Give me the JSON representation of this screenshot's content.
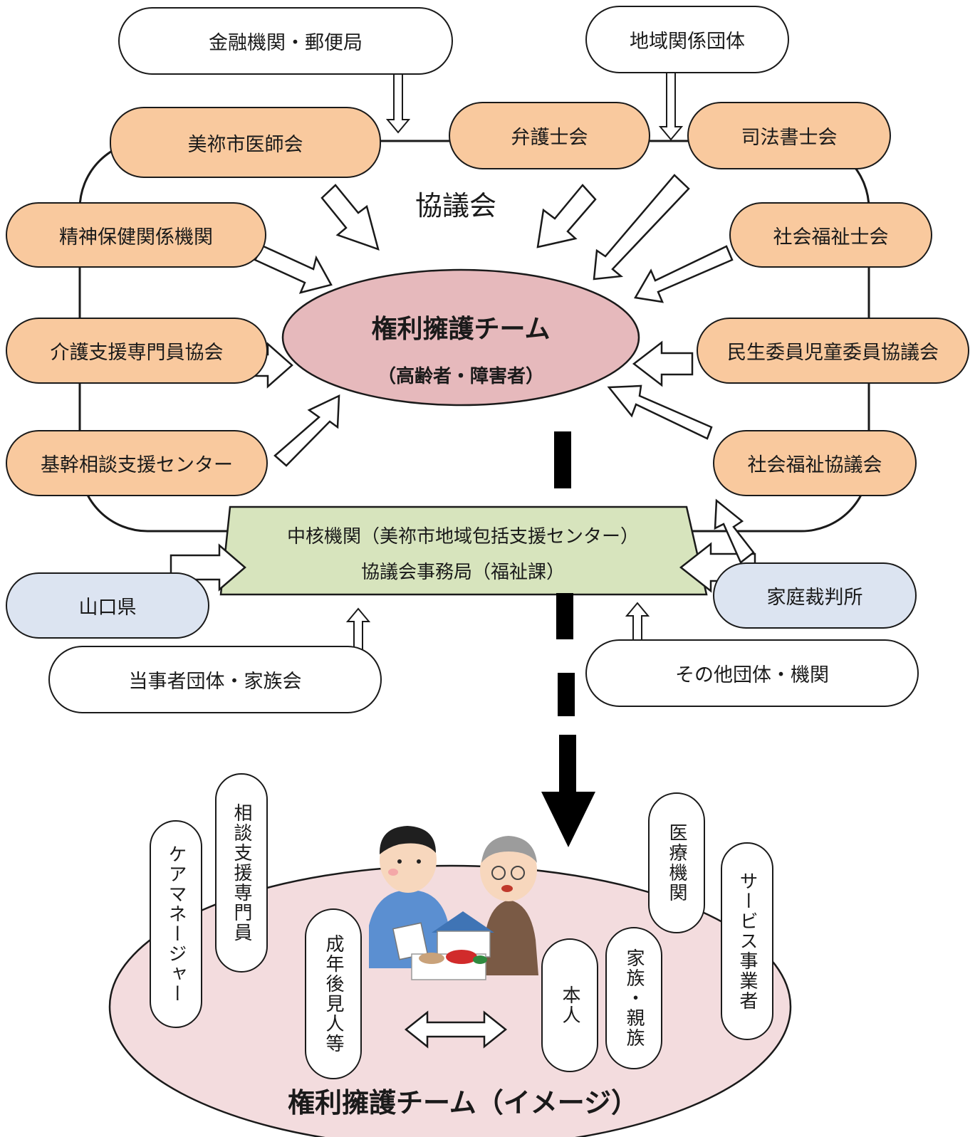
{
  "council_label": "協議会",
  "team": {
    "title": "権利擁護チーム",
    "subtitle": "（高齢者・障害者）"
  },
  "core": {
    "line1": "中核機関（美祢市地域包括支援センター）",
    "line2": "協議会事務局（福祉課）"
  },
  "outer_top": [
    "金融機関・郵便局",
    "地域関係団体"
  ],
  "council_members": {
    "left": [
      "美祢市医師会",
      "精神保健関係機関",
      "介護支援専門員協会",
      "基幹相談支援センター"
    ],
    "top": [
      "弁護士会",
      "司法書士会"
    ],
    "right": [
      "社会福祉士会",
      "民生委員児童委員協議会",
      "社会福祉協議会"
    ]
  },
  "outer_bottom": {
    "yamaguchi": "山口県",
    "family_court": "家庭裁判所",
    "stakeholders": "当事者団体・家族会",
    "others": "その他団体・機関"
  },
  "team_image": {
    "title": "権利擁護チーム（イメージ）",
    "members": [
      "ケアマネージャー",
      "相談支援専門員",
      "成年後見人等",
      "本人",
      "家族・親族",
      "医療機関",
      "サービス事業者"
    ]
  },
  "colors": {
    "council_member": "#f9c99e",
    "team_ellipse": "#e6b9bc",
    "core": "#d7e4bd",
    "public": "#dce4f1",
    "image_ellipse": "#f3dcde"
  },
  "icons": [
    "block-arrow-icon",
    "dashed-arrow-icon",
    "double-arrow-icon",
    "people-illustration"
  ]
}
